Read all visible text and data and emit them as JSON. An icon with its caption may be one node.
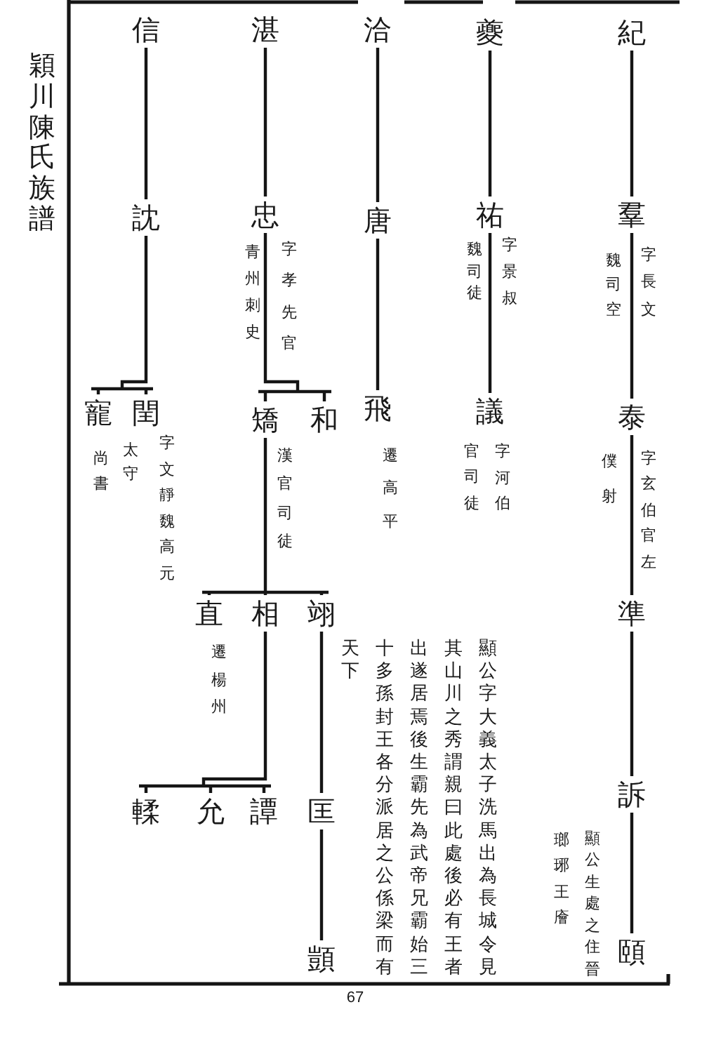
{
  "diagram": {
    "title": "穎川陳氏族譜",
    "nodes": [
      {
        "text": [
          "紀"
        ]
      },
      {
        "text": [
          "夔"
        ]
      },
      {
        "text": [
          "洽"
        ]
      },
      {
        "text": [
          "湛"
        ]
      },
      {
        "text": [
          "信"
        ]
      },
      {
        "text": [
          "羣"
        ],
        "beside": [
          "字長文",
          "魏司空"
        ]
      },
      {
        "text": [
          "祐"
        ],
        "beside": [
          "字景叔",
          "魏司徒"
        ]
      },
      {
        "text": [
          "唐"
        ]
      },
      {
        "text": [
          "忠"
        ],
        "beside": [
          "字孝先官",
          "青州刺史"
        ]
      },
      {
        "text": [
          "訦"
        ]
      },
      {
        "text": [
          "泰"
        ],
        "beside": [
          "字玄伯官左",
          "僕射"
        ]
      },
      {
        "text": [
          "議"
        ],
        "beside": [
          "字河伯",
          "官司徒"
        ]
      },
      {
        "text": [
          "飛"
        ],
        "beside": [
          "遷高平"
        ]
      },
      {
        "text": [
          "和"
        ]
      },
      {
        "text": [
          "矯"
        ],
        "beside": [
          "漢官司徒"
        ]
      },
      {
        "text": [
          "閏"
        ],
        "beside": [
          "字文靜魏高元",
          "太守"
        ]
      },
      {
        "text": [
          "寵"
        ],
        "beside": [
          "尚書"
        ]
      },
      {
        "text": [
          "準"
        ]
      },
      {
        "text": [
          "翊"
        ]
      },
      {
        "text": [
          "相"
        ]
      },
      {
        "text": [
          "直"
        ],
        "beside": [
          "遷楊州"
        ]
      },
      {
        "text": [
          "訴"
        ]
      },
      {
        "text": [
          "匡"
        ]
      },
      {
        "text": [
          "譚"
        ]
      },
      {
        "text": [
          "允"
        ]
      },
      {
        "text": [
          "輮"
        ]
      },
      {
        "text": [
          "頤"
        ],
        "beside": [
          "顯公生處之住晉",
          "瑯琊王廥"
        ]
      },
      {
        "text": [
          "顗"
        ]
      }
    ],
    "edges": [
      {
        "from": 0,
        "to": 5,
        "arrow": "none"
      },
      {
        "from": 5,
        "to": 10,
        "arrow": "none"
      },
      {
        "from": 10,
        "to": 17,
        "arrow": "none"
      },
      {
        "from": 17,
        "to": 21,
        "arrow": "none"
      },
      {
        "from": 21,
        "to": 26,
        "arrow": "none"
      },
      {
        "from": 1,
        "to": 6,
        "arrow": "none"
      },
      {
        "from": 6,
        "to": 11,
        "arrow": "none"
      },
      {
        "from": 2,
        "to": 7,
        "arrow": "none"
      },
      {
        "from": 7,
        "to": 12,
        "arrow": "none"
      },
      {
        "from": 3,
        "to": 8,
        "arrow": "none"
      },
      {
        "from": 8,
        "to": 14,
        "arrow": "none"
      },
      {
        "from": 8,
        "to": 13,
        "arrow": "none"
      },
      {
        "from": 4,
        "to": 9,
        "arrow": "none"
      },
      {
        "from": 9,
        "to": 15,
        "arrow": "none"
      },
      {
        "from": 9,
        "to": 16,
        "arrow": "none"
      },
      {
        "from": 14,
        "to": 20,
        "arrow": "none"
      },
      {
        "from": 14,
        "to": 19,
        "arrow": "none"
      },
      {
        "from": 14,
        "to": 18,
        "arrow": "none"
      },
      {
        "from": 19,
        "to": 25,
        "arrow": "none"
      },
      {
        "from": 19,
        "to": 24,
        "arrow": "none"
      },
      {
        "from": 19,
        "to": 23,
        "arrow": "none"
      },
      {
        "from": 18,
        "to": 22,
        "arrow": "none"
      },
      {
        "from": 22,
        "to": 27,
        "arrow": "none"
      }
    ],
    "labels": [
      "顯公字大義太子洗馬出為長城令見其山川之秀謂親曰此處後必有王者出遂居焉後生霸先為武帝兄霸始三十多孫封王各分派居之公係梁而有天下",
      "67"
    ]
  }
}
